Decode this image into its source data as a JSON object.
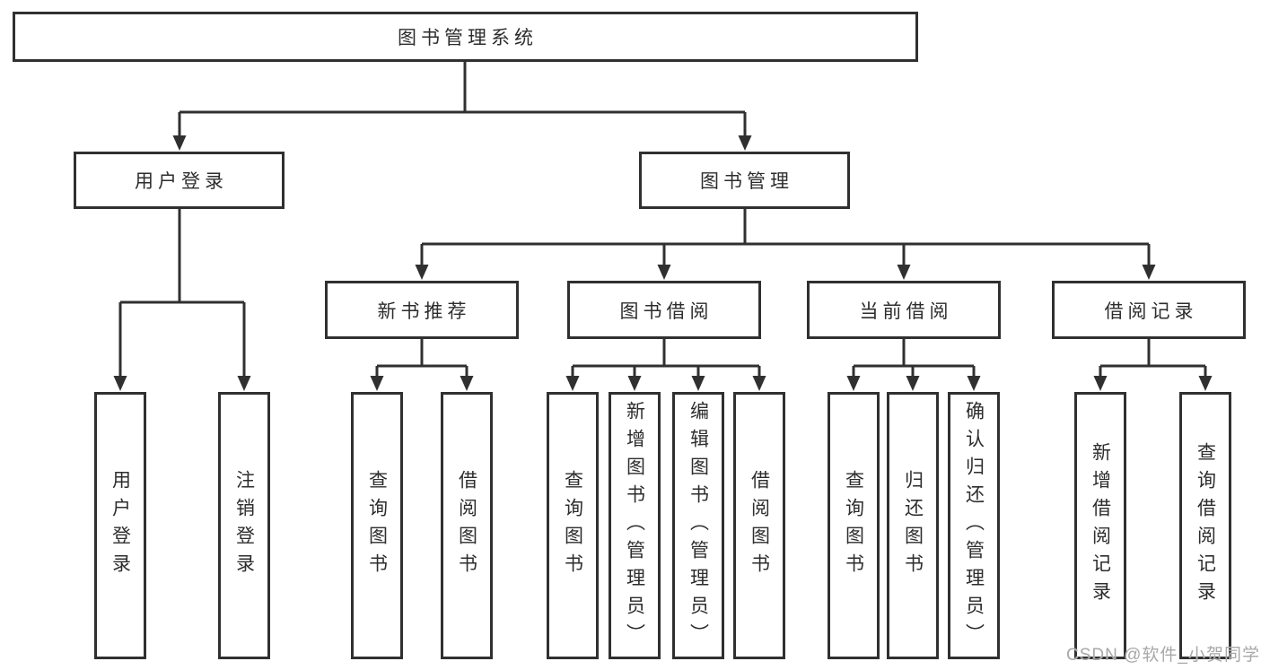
{
  "diagram_title": "图书管理系统",
  "tree": {
    "root": {
      "label": "图书管理系统",
      "children": [
        {
          "label": "用户登录",
          "children": [
            {
              "label": "用户登录"
            },
            {
              "label": "注销登录"
            }
          ]
        },
        {
          "label": "图书管理",
          "children": [
            {
              "label": "新书推荐",
              "children": [
                {
                  "label": "查询图书"
                },
                {
                  "label": "借阅图书"
                }
              ]
            },
            {
              "label": "图书借阅",
              "children": [
                {
                  "label": "查询图书"
                },
                {
                  "label": "新增图书（管理员）"
                },
                {
                  "label": "编辑图书（管理员）"
                },
                {
                  "label": "借阅图书"
                }
              ]
            },
            {
              "label": "当前借阅",
              "children": [
                {
                  "label": "查询图书"
                },
                {
                  "label": "归还图书"
                },
                {
                  "label": "确认归还（管理员）"
                }
              ]
            },
            {
              "label": "借阅记录",
              "children": [
                {
                  "label": "新增借阅记录"
                },
                {
                  "label": "查询借阅记录"
                }
              ]
            }
          ]
        }
      ]
    }
  },
  "watermark": {
    "text": "CSDN @软件_小贺同学"
  },
  "colors": {
    "line": "#303030",
    "text": "#2d2d2d",
    "box-bg": "#ffffff",
    "canvas-bg": "#ffffff",
    "watermark": "#a8a8a8"
  }
}
